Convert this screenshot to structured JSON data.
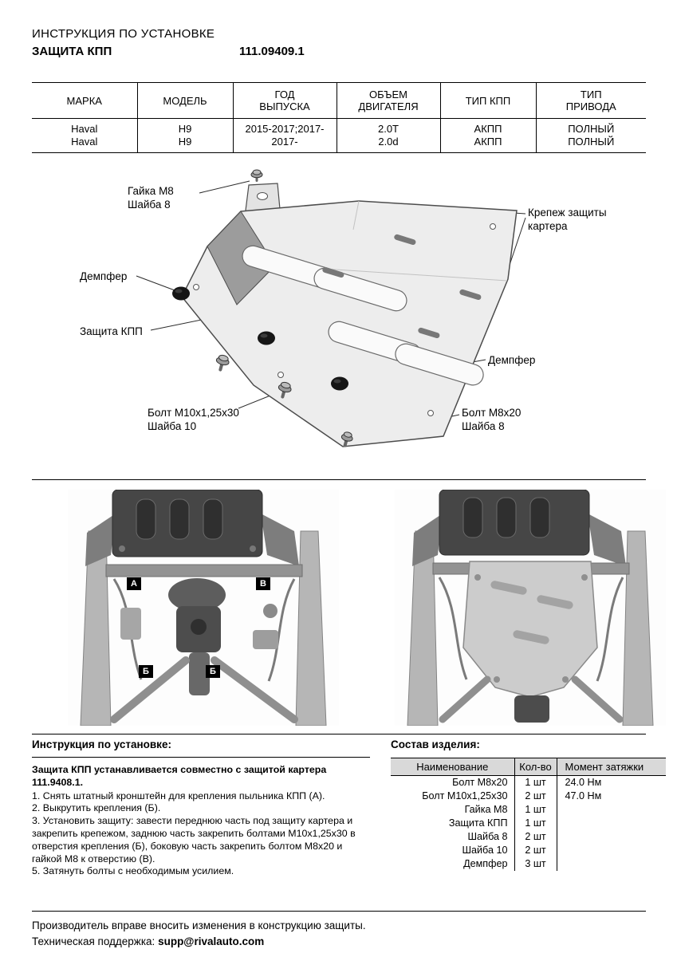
{
  "colors": {
    "page_bg": "#ffffff",
    "text": "#000000",
    "parts_header_bg": "#d9d9d9"
  },
  "header": {
    "title": "ИНСТРУКЦИЯ ПО УСТАНОВКЕ",
    "product": "ЗАЩИТА КПП",
    "part_number": "111.09409.1"
  },
  "vehicle_table": {
    "headers": [
      "МАРКА",
      "МОДЕЛЬ",
      "ГОД\nВЫПУСКА",
      "ОБЪЕМ\nДВИГАТЕЛЯ",
      "ТИП КПП",
      "ТИП\nПРИВОДА"
    ],
    "rows": [
      [
        "Haval",
        "H9",
        "2015-2017;2017-",
        "2.0T",
        "АКПП",
        "ПОЛНЫЙ"
      ],
      [
        "Haval",
        "H9",
        "2017-",
        "2.0d",
        "АКПП",
        "ПОЛНЫЙ"
      ]
    ]
  },
  "diagram": {
    "labels": {
      "nut": "Гайка М8\nШайба 8",
      "carter_mount": "Крепеж защиты\nкартера",
      "damper_left": "Демпфер",
      "protection": "Защита КПП",
      "damper_right": "Демпфер",
      "bolt_m10": "Болт М10х1,25х30\nШайба 10",
      "bolt_m8": "Болт М8х20\nШайба 8"
    }
  },
  "photos": {
    "markers": [
      "А",
      "В",
      "Б",
      "Б"
    ]
  },
  "instructions": {
    "heading": "Инструкция по установке:",
    "intro": "Защита КПП устанавливается совместно с защитой картера 111.9408.1.",
    "steps": [
      "1. Снять штатный кронштейн для крепления пыльника КПП (А).",
      "2. Выкрутить крепления (Б).",
      "3. Установить защиту: завести переднюю часть под защиту картера и закрепить крепежом, заднюю часть закрепить болтами М10х1,25х30 в отверстия крепления (Б), боковую часть закрепить болтом М8х20 и гайкой М8 к отверстию (В).",
      "5. Затянуть болты с необходимым усилием."
    ]
  },
  "parts": {
    "heading": "Состав изделия:",
    "headers": [
      "Наименование",
      "Кол-во",
      "Момент затяжки"
    ],
    "rows": [
      [
        "Болт М8х20",
        "1 шт",
        "24.0 Нм"
      ],
      [
        "Болт М10х1,25х30",
        "2 шт",
        "47.0 Нм"
      ],
      [
        "Гайка М8",
        "1 шт",
        ""
      ],
      [
        "Защита КПП",
        "1 шт",
        ""
      ],
      [
        "Шайба 8",
        "2 шт",
        ""
      ],
      [
        "Шайба 10",
        "2 шт",
        ""
      ],
      [
        "Демпфер",
        "3 шт",
        ""
      ]
    ]
  },
  "footer": {
    "line1": "Производитель вправе вносить изменения в конструкцию защиты.",
    "support_label": "Техническая поддержка:",
    "support_email": "supp@rivalauto.com"
  }
}
